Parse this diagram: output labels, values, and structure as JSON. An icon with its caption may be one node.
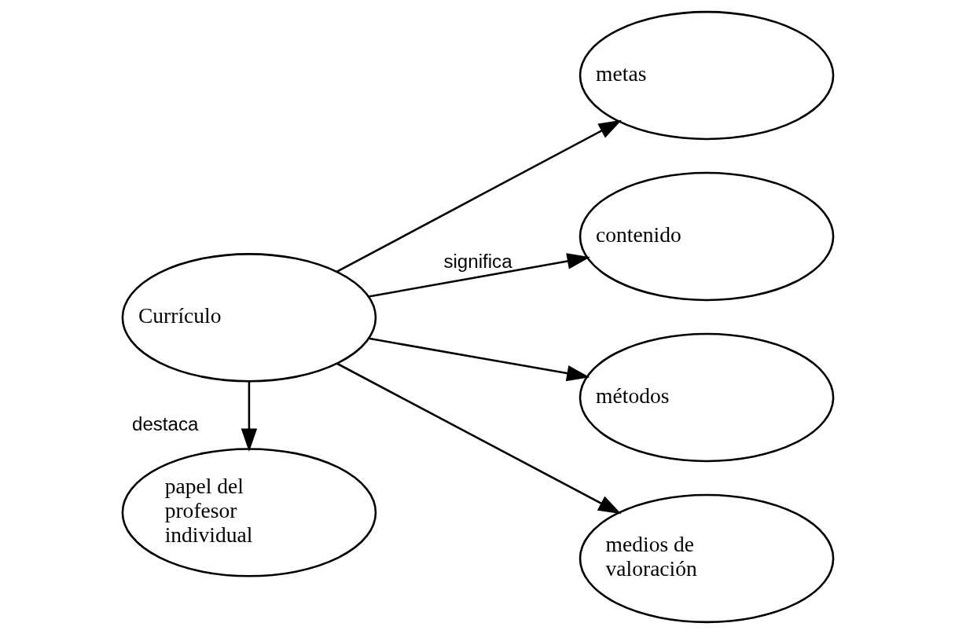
{
  "diagram": {
    "nodes": [
      {
        "text": [
          "Currículo"
        ]
      },
      {
        "text": [
          "papel del profesor individual"
        ]
      },
      {
        "text": [
          "metas"
        ]
      },
      {
        "text": [
          "contenido"
        ]
      },
      {
        "text": [
          "métodos"
        ]
      },
      {
        "text": [
          "medios de valoración"
        ]
      }
    ],
    "edges": [
      {
        "from": 0,
        "to": 1,
        "arrow": "to",
        "label": "destaca"
      },
      {
        "from": 0,
        "to": 2,
        "arrow": "to"
      },
      {
        "from": 0,
        "to": 3,
        "arrow": "to",
        "label": "significa"
      },
      {
        "from": 0,
        "to": 4,
        "arrow": "to"
      },
      {
        "from": 0,
        "to": 5,
        "arrow": "to"
      }
    ]
  }
}
